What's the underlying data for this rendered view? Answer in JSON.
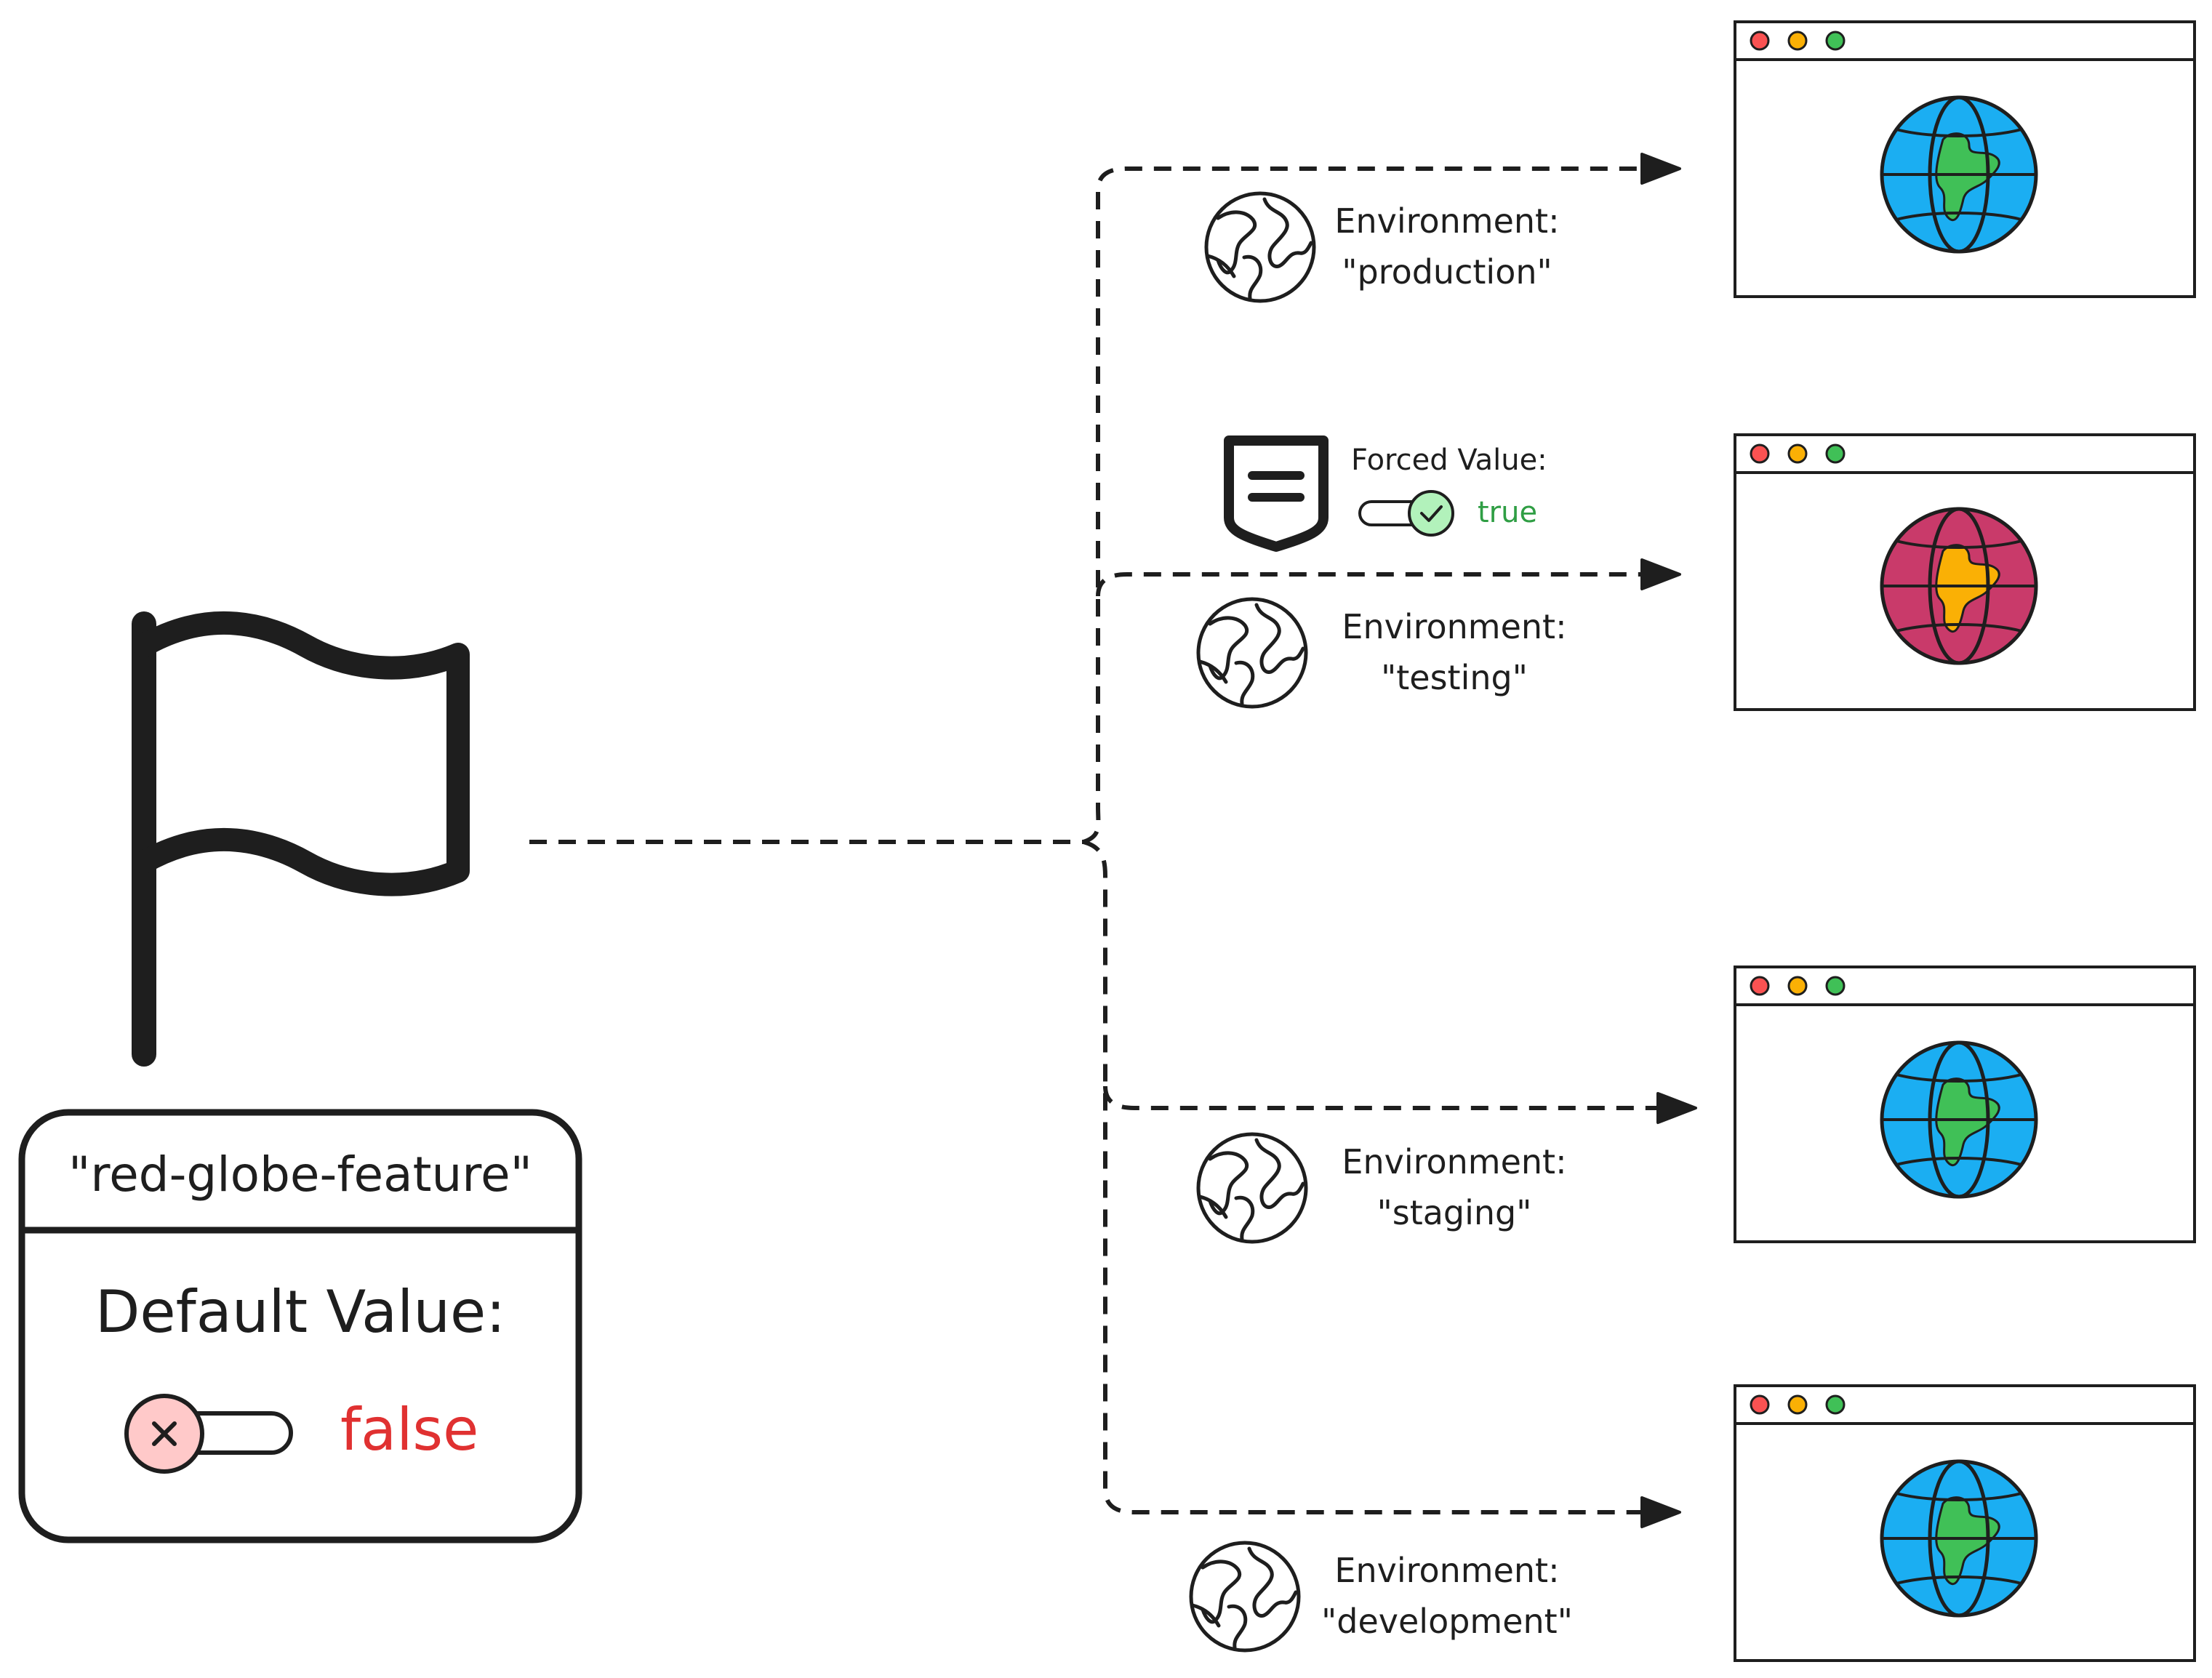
{
  "flag": {
    "name": "\"red-globe-feature\"",
    "default_label": "Default Value:",
    "default_value": "false"
  },
  "forced": {
    "label": "Forced Value:",
    "value": "true"
  },
  "environments": [
    {
      "label": "Environment:",
      "name": "\"production\""
    },
    {
      "label": "Environment:",
      "name": "\"testing\""
    },
    {
      "label": "Environment:",
      "name": "\"staging\""
    },
    {
      "label": "Environment:",
      "name": "\"development\""
    }
  ],
  "colors": {
    "ink": "#1e1e1e",
    "false_red": "#e03131",
    "true_green": "#2f9e44",
    "toggle_off_fill": "#ffc9c9",
    "toggle_on_fill": "#b2f2bb",
    "globe_ocean": "#1baef2",
    "globe_land": "#40c057",
    "globe_red_ocean": "#c93a6a",
    "globe_red_land": "#fab005",
    "dot_red": "#fa5252",
    "dot_yellow": "#fab005",
    "dot_green": "#40c057"
  }
}
